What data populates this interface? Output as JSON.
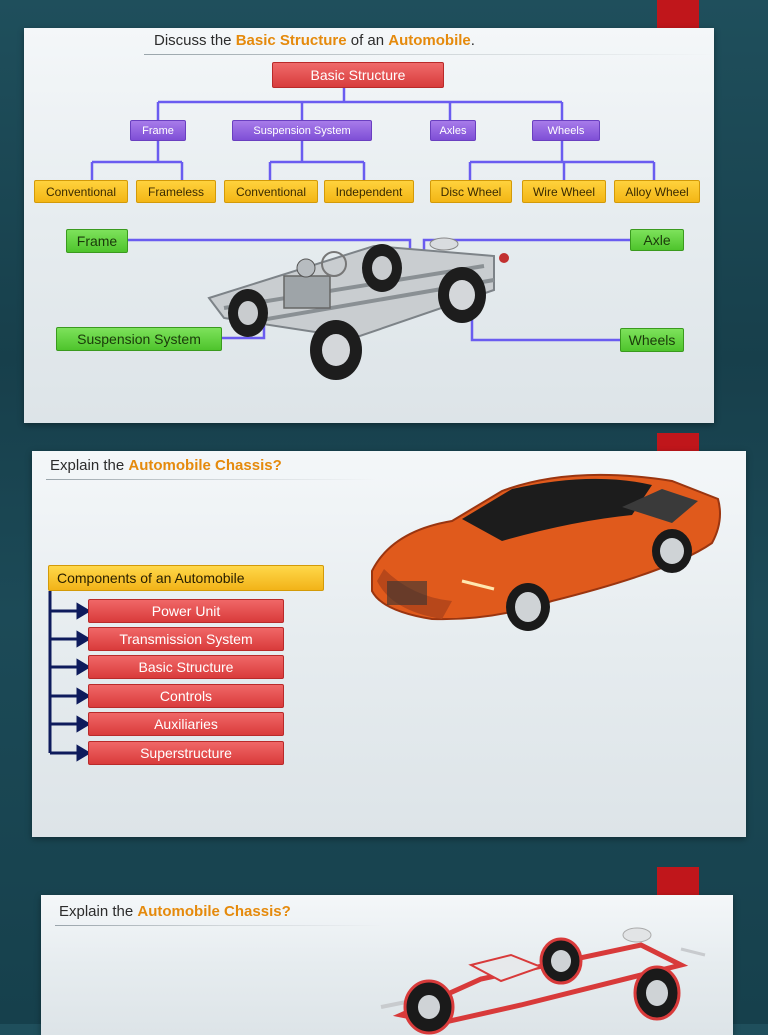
{
  "slide1": {
    "title_pre": "Discuss the ",
    "title_hl1": "Basic Structure",
    "title_mid": " of an ",
    "title_hl2": "Automobile",
    "title_post": ".",
    "root": "Basic Structure",
    "categories": [
      "Frame",
      "Suspension System",
      "Axles",
      "Wheels"
    ],
    "leaves": [
      "Conventional",
      "Frameless",
      "Conventional",
      "Independent",
      "Disc Wheel",
      "Wire Wheel",
      "Alloy Wheel"
    ],
    "callouts": {
      "frame": "Frame",
      "axle": "Axle",
      "suspension": "Suspension System",
      "wheels": "Wheels"
    }
  },
  "slide2": {
    "title_pre": "Explain the ",
    "title_hl": "Automobile Chassis?",
    "components_header": "Components of an Automobile",
    "components": [
      "Power Unit",
      "Transmission System",
      "Basic Structure",
      "Controls",
      "Auxiliaries",
      "Superstructure"
    ],
    "car_color": "#e05a1c"
  },
  "slide3": {
    "title_pre": "Explain the ",
    "title_hl": "Automobile Chassis?"
  },
  "colors": {
    "accent": "#e58a0c",
    "connector": "#6a5cf0",
    "red_tab": "#c0161b"
  }
}
